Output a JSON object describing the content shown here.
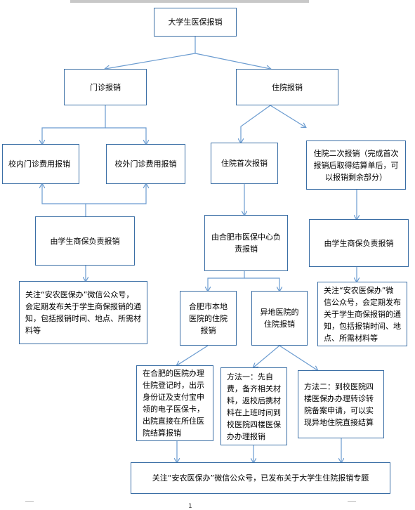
{
  "nodes": {
    "root": "大学生医保报销",
    "outpatient": "门诊报销",
    "inpatient": "住院报销",
    "in_school_outpatient": "校内门诊费用报销",
    "out_school_outpatient": "校外门诊费用报销",
    "first_inpatient": "住院首次报销",
    "second_inpatient": "住院二次报销（完成首次报销后取得结算单后，可以报销剩余部分）",
    "student_insurance_left": "由学生商保负责报销",
    "hefei_center": "由合肥市医保中心负责报销",
    "student_insurance_right": "由学生商保负责报销",
    "notice_left": "关注“安农医保办”微信公众号，会定期发布关于学生商保报销的通知，包括报销时间、地点、所需材料等",
    "hefei_local": "合肥市本地医院的住院报销",
    "remote_hospital": "异地医院的住院报销",
    "notice_right": "关注“安农医保办”微信公众号，会定期发布关于学生商保报销的通知，包括报销时间、地点、所需材料等",
    "hefei_procedure": "在合肥的医院办理住院登记时，出示身份证及支付宝申领的电子医保卡，出院直接在所住医院结算报销",
    "method_one": "方法一：先自费，备齐相关材料，返校后携材料在上班时间到校医院四楼医保办办理报销",
    "method_two": "方法二：到校医院四楼医保办办理转诊转院备案申请，可以实现异地住院直接结算",
    "bottom_notice": "关注“安农医保办”微信公众号，已发布关于大学生住院报销专题"
  },
  "page_number": "1",
  "colors": {
    "border": "#3a6ea5",
    "arrow": "#6a9bd0"
  }
}
